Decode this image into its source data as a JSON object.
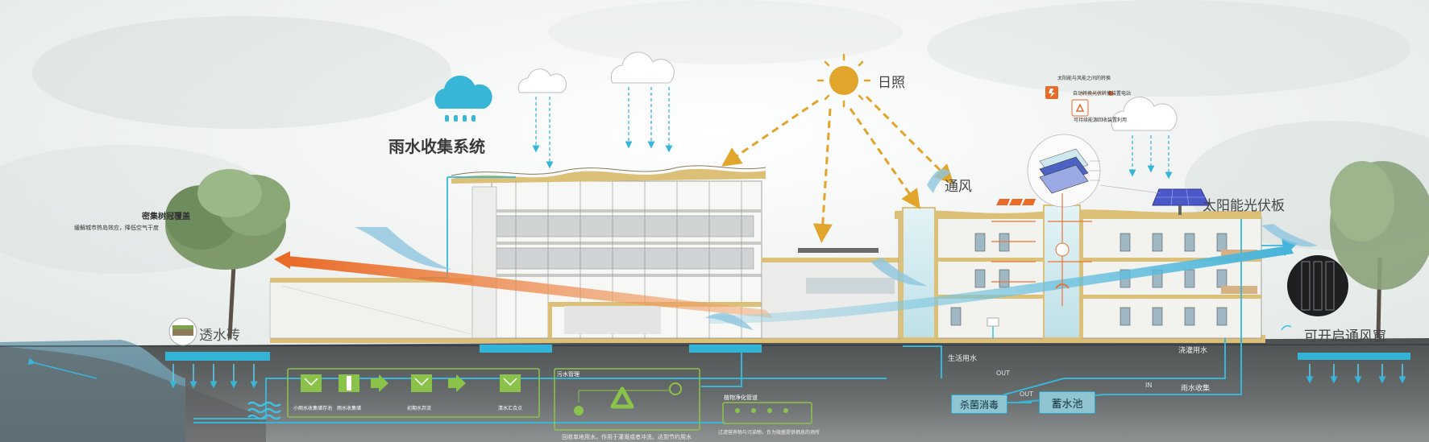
{
  "labels": {
    "rain_system": "雨水收集系统",
    "sunlight": "日照",
    "ventilation": "通风",
    "solar_pv": "太阳能光伏板",
    "canopy_title": "密集树冠覆盖",
    "canopy_desc": "缓解城市热岛效应，降低空气干度",
    "permeable_brick": "透水砖",
    "open_window": "可开启通风窗",
    "domestic_water": "生活用水",
    "irrigation_water": "浇灌用水",
    "rain_collect": "雨水收集",
    "out1": "OUT",
    "out2": "OUT",
    "in1": "IN",
    "sterilize": "杀菌消毒",
    "reservoir": "蓄水池"
  },
  "solar_legend": {
    "line1": "太阳能与风能之间的转换",
    "line2": "自动转换光伏转换装置电站",
    "line3": "可持续能源回收装置利用"
  },
  "water_process": {
    "step1": "小雨水收集储存池",
    "step2": "雨水收集储",
    "step3": "初期水弃流",
    "step4": "清水汇合点",
    "recycle_title": "污水管理",
    "recycle_desc": "回收单地用水，作用于灌溉或者冲洗，达到节约用水",
    "plant_title": "植物净化管道",
    "plant_desc": "过滤营养物与污染物，负为微菌提供栖息的场所"
  },
  "colors": {
    "water": "#38b6d8",
    "sun": "#e0a52a",
    "hot_air": "#ea7432",
    "green": "#8bc34a",
    "structure": "#dcc078"
  }
}
